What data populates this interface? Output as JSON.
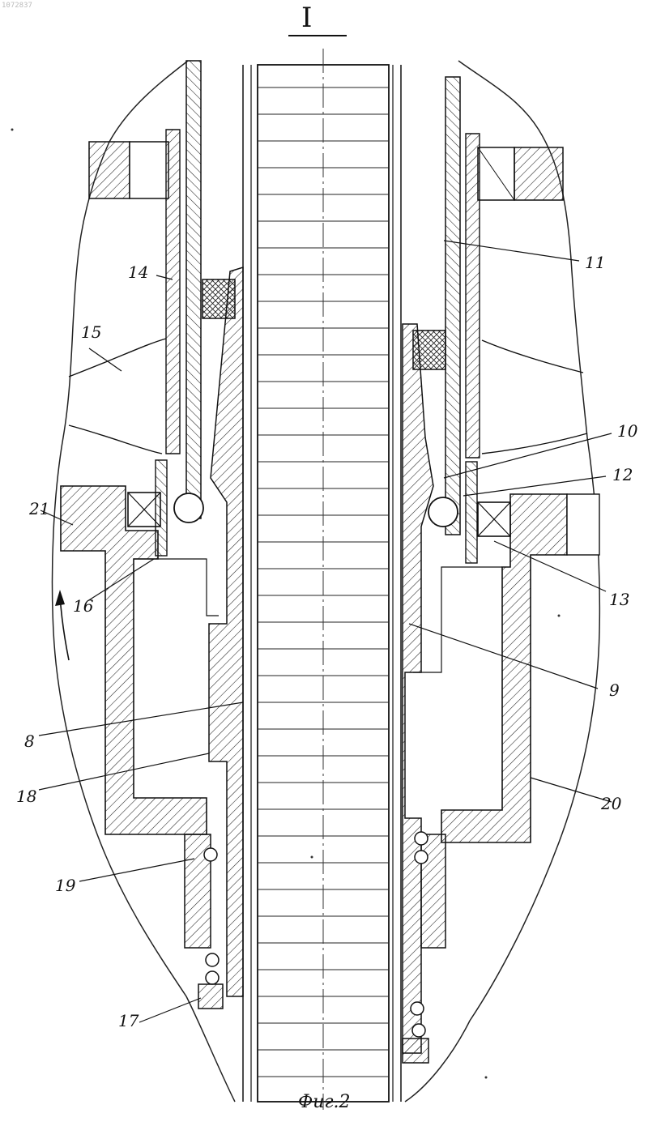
{
  "doc_id": "1072837",
  "section_title": "I",
  "caption": "Фиг.2",
  "callouts": [
    "8",
    "9",
    "10",
    "11",
    "12",
    "13",
    "14",
    "15",
    "16",
    "17",
    "18",
    "19",
    "20",
    "21"
  ]
}
